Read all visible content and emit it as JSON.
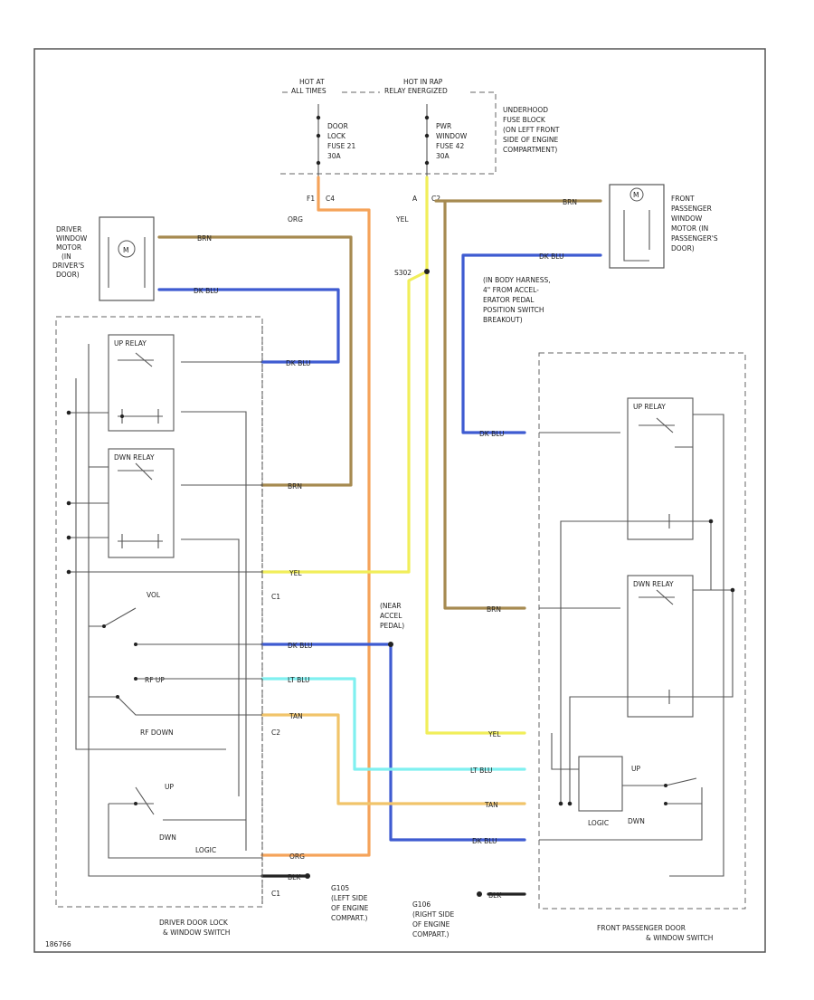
{
  "colors": {
    "brown": "#a68a50",
    "dark_blue": "#3e5bd1",
    "orange": "#f5a35a",
    "yellow": "#f1ee5a",
    "light_blue": "#7ff0f0",
    "tan": "#f1c46a",
    "grid": "#555555"
  },
  "top": {
    "hot_at_all_times": [
      "HOT AT",
      "ALL TIMES"
    ],
    "hot_in_rap": [
      "HOT IN RAP",
      "RELAY ENERGIZED"
    ],
    "underhood_block": [
      "UNDERHOOD",
      "FUSE BLOCK",
      "(ON LEFT FRONT",
      "SIDE OF ENGINE",
      "COMPARTMENT)"
    ],
    "door_lock_fuse": [
      "DOOR",
      "LOCK",
      "FUSE 21",
      "30A"
    ],
    "pwr_window_fuse": [
      "PWR",
      "WINDOW",
      "FUSE 42",
      "30A"
    ],
    "conn_f1": "F1",
    "conn_c4": "C4",
    "conn_a": "A",
    "conn_c2": "C2",
    "wire_org": "ORG",
    "wire_yel": "YEL",
    "splice_s302": "S302"
  },
  "driver_motor": [
    "DRIVER",
    "WINDOW",
    "MOTOR",
    "(IN",
    "DRIVER'S",
    "DOOR)"
  ],
  "pass_motor": [
    "FRONT",
    "PASSENGER",
    "WINDOW",
    "MOTOR (IN",
    "PASSENGER'S",
    "DOOR)"
  ],
  "motor_symbol": "M",
  "body_harness_note": [
    "(IN BODY HARNESS,",
    "4\" FROM ACCEL-",
    "ERATOR PEDAL",
    "POSITION SWITCH",
    "BREAKOUT)"
  ],
  "near_accel": [
    "(NEAR",
    "ACCEL",
    "PEDAL)"
  ],
  "wire_labels": {
    "brn": "BRN",
    "dk_blu": "DK BLU",
    "yel": "YEL",
    "lt_blu": "LT BLU",
    "tan": "TAN",
    "org": "ORG",
    "blk": "BLK"
  },
  "driver_switch": {
    "up_relay": "UP RELAY",
    "dn_relay": "DWN RELAY",
    "vol": "VOL",
    "rf_up": "RF UP",
    "rf_down": "RF DOWN",
    "up": "UP",
    "dwn": "DWN",
    "logic": "LOGIC",
    "c1": "C1",
    "c2": "C2",
    "c1b": "C1",
    "label": [
      "DRIVER DOOR LOCK",
      "& WINDOW SWITCH"
    ]
  },
  "pass_switch": {
    "up_relay": "UP RELAY",
    "dn_relay": "DWN RELAY",
    "up": "UP",
    "dwn": "DWN",
    "logic": "LOGIC",
    "label": [
      "FRONT PASSENGER DOOR",
      "& WINDOW SWITCH"
    ]
  },
  "grounds": {
    "g105": [
      "G105",
      "(LEFT SIDE",
      "OF ENGINE",
      "COMPART.)"
    ],
    "g106": [
      "G106",
      "(RIGHT SIDE",
      "OF ENGINE",
      "COMPART.)"
    ]
  },
  "footer_code": "186766"
}
